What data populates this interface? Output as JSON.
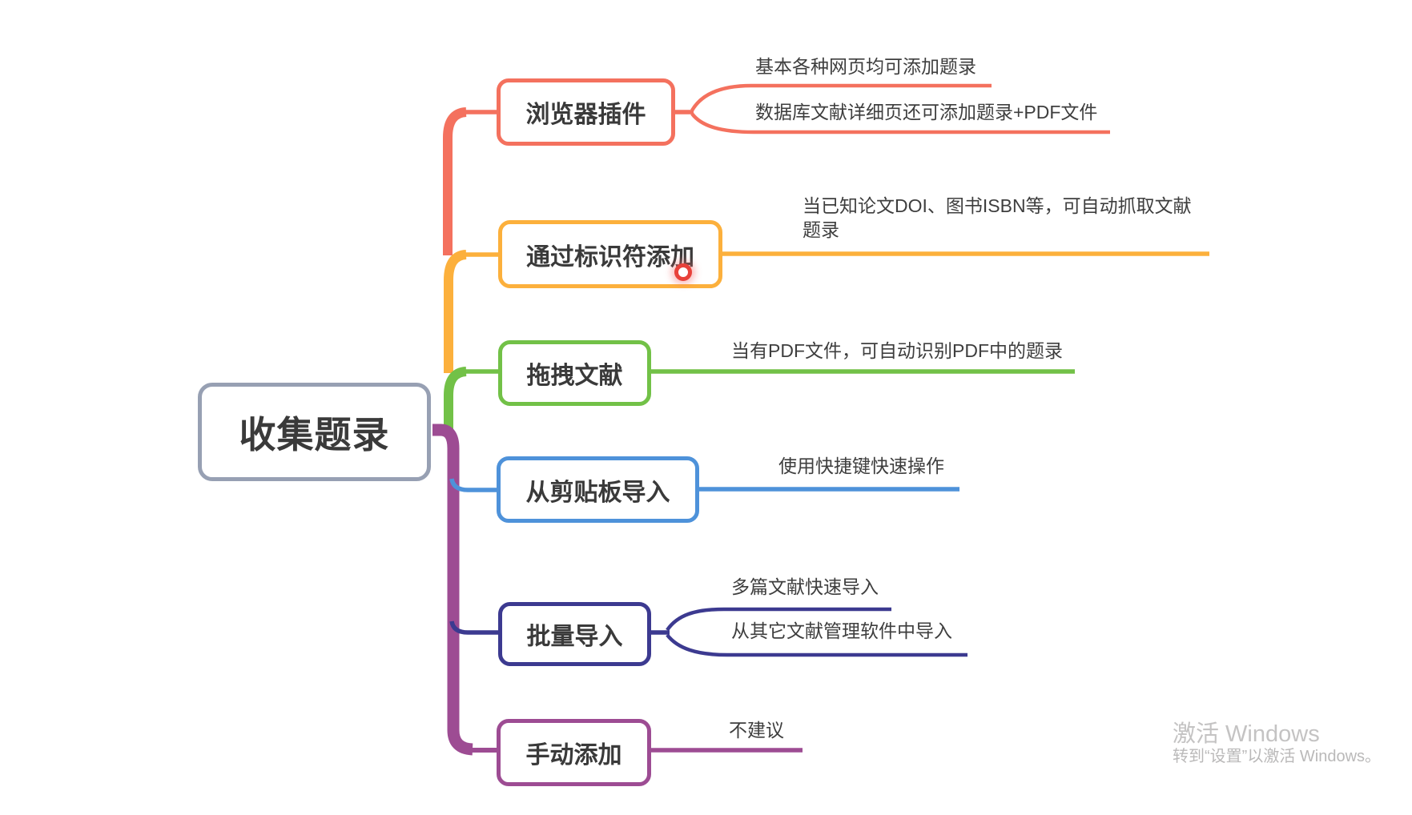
{
  "root": {
    "label": "收集题录",
    "border_color": "#97a0b3"
  },
  "branches": [
    {
      "id": "browser-plugin",
      "label": "浏览器插件",
      "color": "#f4715e",
      "children": [
        {
          "label": "基本各种网页均可添加题录"
        },
        {
          "label": "数据库文献详细页还可添加题录+PDF文件"
        }
      ]
    },
    {
      "id": "identifier",
      "label": "通过标识符添加",
      "color": "#fcb03c",
      "children": [
        {
          "label": "当已知论文DOI、图书ISBN等，可自动抓取文献\n题录"
        }
      ]
    },
    {
      "id": "drag-drop",
      "label": "拖拽文献",
      "color": "#72c147",
      "children": [
        {
          "label": "当有PDF文件，可自动识别PDF中的题录"
        }
      ]
    },
    {
      "id": "clipboard",
      "label": "从剪贴板导入",
      "color": "#4e92da",
      "children": [
        {
          "label": "使用快捷键快速操作"
        }
      ]
    },
    {
      "id": "batch-import",
      "label": "批量导入",
      "color": "#3c3a90",
      "children": [
        {
          "label": "多篇文献快速导入"
        },
        {
          "label": "从其它文献管理软件中导入"
        }
      ]
    },
    {
      "id": "manual-add",
      "label": "手动添加",
      "color": "#9d4c93",
      "children": [
        {
          "label": "不建议"
        }
      ]
    }
  ],
  "cursor": {
    "color": "#e8413a"
  },
  "watermark": {
    "line1": "激活 Windows",
    "line2": "转到“设置”以激活 Windows。"
  }
}
